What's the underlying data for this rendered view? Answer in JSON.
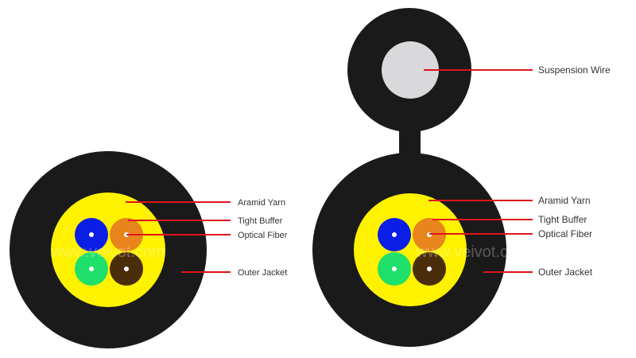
{
  "watermark": "www.veivot.com",
  "colors": {
    "jacket": "#1a1a1a",
    "aramid": "#fff200",
    "fiber_dot": "#ffffff",
    "suspension_wire": "#d9d9db",
    "leader": "#e0141b",
    "buffers": [
      "#0a1ee6",
      "#e8841c",
      "#1fe06a",
      "#4a2e0c"
    ]
  },
  "left_cable": {
    "labels": {
      "aramid": "Aramid Yarn",
      "buffer": "Tight Buffer",
      "fiber": "Optical Fiber",
      "jacket": "Outer Jacket"
    }
  },
  "right_cable": {
    "labels": {
      "suspension": "Suspension Wire",
      "aramid": "Aramid Yarn",
      "buffer": "Tight Buffer",
      "fiber": "Optical Fiber",
      "jacket": "Outer Jacket"
    }
  }
}
